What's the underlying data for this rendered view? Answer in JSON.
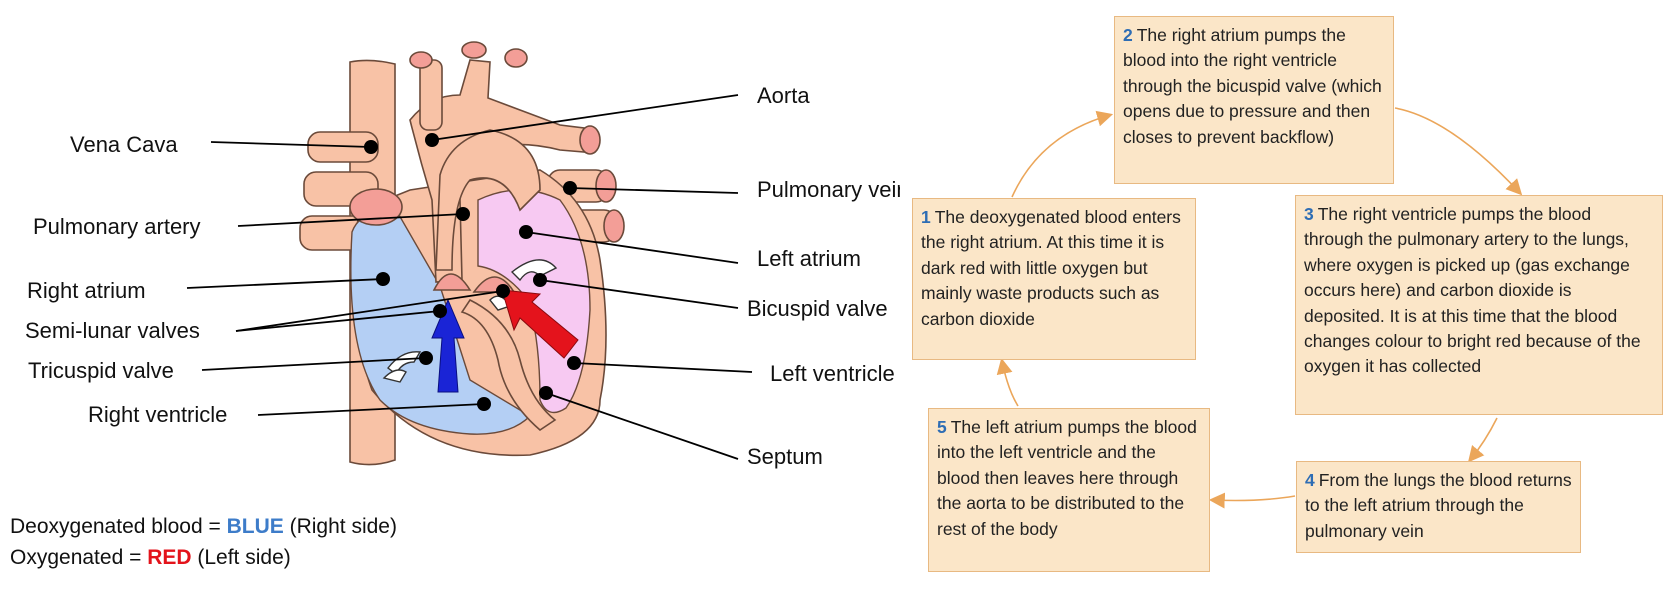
{
  "labels": {
    "aorta": "Aorta",
    "vena_cava": "Vena Cava",
    "pulmonary_vein": "Pulmonary vein",
    "pulmonary_artery": "Pulmonary artery",
    "left_atrium": "Left atrium",
    "right_atrium": "Right atrium",
    "bicuspid_valve": "Bicuspid valve",
    "semi_lunar_valves": "Semi-lunar valves",
    "tricuspid_valve": "Tricuspid valve",
    "left_ventricle": "Left ventricle",
    "right_ventricle": "Right ventricle",
    "septum": "Septum"
  },
  "legend": {
    "deoxy_prefix": "Deoxygenated blood = ",
    "deoxy_color_word": "BLUE",
    "deoxy_suffix": " (Right side)",
    "oxy_prefix": "Oxygenated = ",
    "oxy_color_word": "RED",
    "oxy_suffix": " (Left side)"
  },
  "colors": {
    "blue_word": "#3d7cc9",
    "red_word": "#e3131b",
    "box_fill": "#fbe6c8",
    "box_border": "#e8b982",
    "arrow": "#eba65a"
  },
  "steps": [
    {
      "num": "1",
      "text": "The deoxygenated blood enters the right atrium. At this time it is dark red with little oxygen but mainly waste products such as carbon dioxide"
    },
    {
      "num": "2",
      "text": "The right atrium pumps the blood into the right ventricle through the bicuspid valve (which opens due to pressure and then closes to prevent backflow)"
    },
    {
      "num": "3",
      "text": "The right ventricle pumps the blood through the pulmonary artery to the lungs, where oxygen is picked up (gas exchange occurs here) and carbon dioxide is deposited. It is at this time that the blood changes colour to bright red because of the oxygen it has collected"
    },
    {
      "num": "4",
      "text": "From the lungs the blood returns to the left atrium through the pulmonary vein"
    },
    {
      "num": "5",
      "text": "The left atrium pumps the blood into the left ventricle and the blood then leaves here through the aorta to be distributed to the rest of the body"
    }
  ]
}
